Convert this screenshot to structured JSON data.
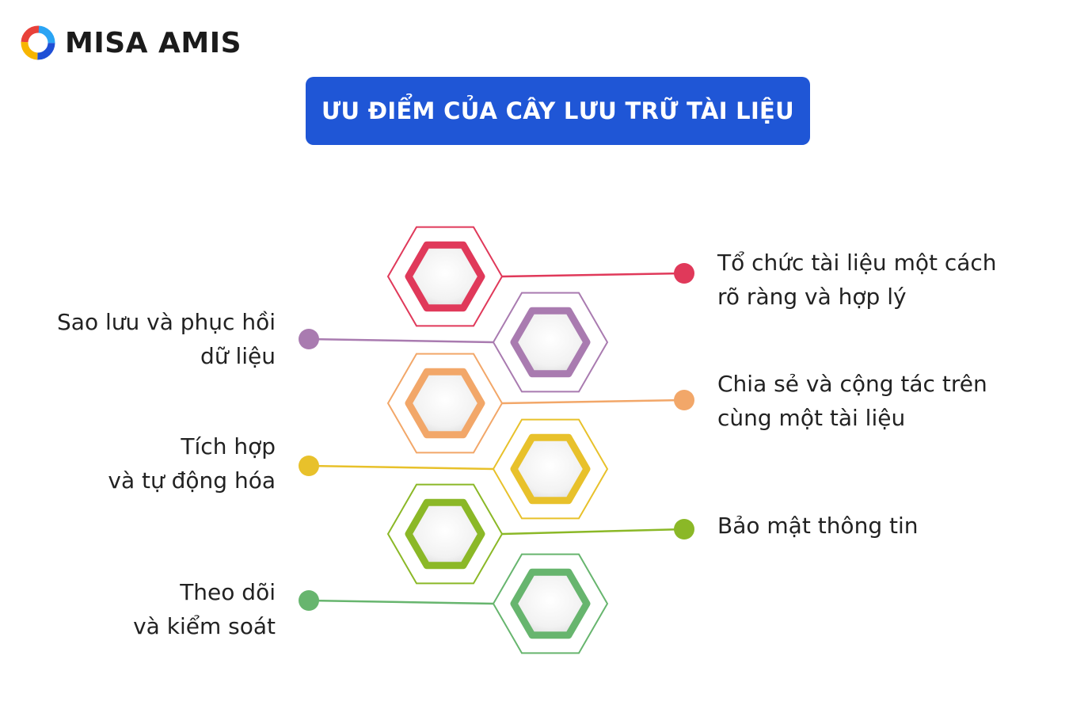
{
  "brand": {
    "name": "MISA AMIS",
    "logo_colors": [
      "#2aa4f4",
      "#1f4fd6",
      "#e8413a",
      "#f7b500",
      "#3cb54a"
    ]
  },
  "title": "ƯU ĐIỂM CỦA CÂY LƯU TRỮ TÀI LIỆU",
  "items": [
    {
      "side": "right",
      "lines": [
        "Tổ chức tài liệu một cách",
        "rõ ràng và hợp lý"
      ],
      "color": "#e0395a"
    },
    {
      "side": "left",
      "lines": [
        "Sao lưu và phục hồi",
        "dữ liệu"
      ],
      "color": "#a97bb0"
    },
    {
      "side": "right",
      "lines": [
        "Chia sẻ và cộng tác trên",
        "cùng một tài liệu"
      ],
      "color": "#f2a769"
    },
    {
      "side": "left",
      "lines": [
        "Tích hợp",
        "và tự động hóa"
      ],
      "color": "#e8c12b"
    },
    {
      "side": "right",
      "lines": [
        "Bảo mật thông tin"
      ],
      "color": "#8bb827"
    },
    {
      "side": "left",
      "lines": [
        "Theo dõi",
        "và kiểm soát"
      ],
      "color": "#67b56e"
    }
  ]
}
